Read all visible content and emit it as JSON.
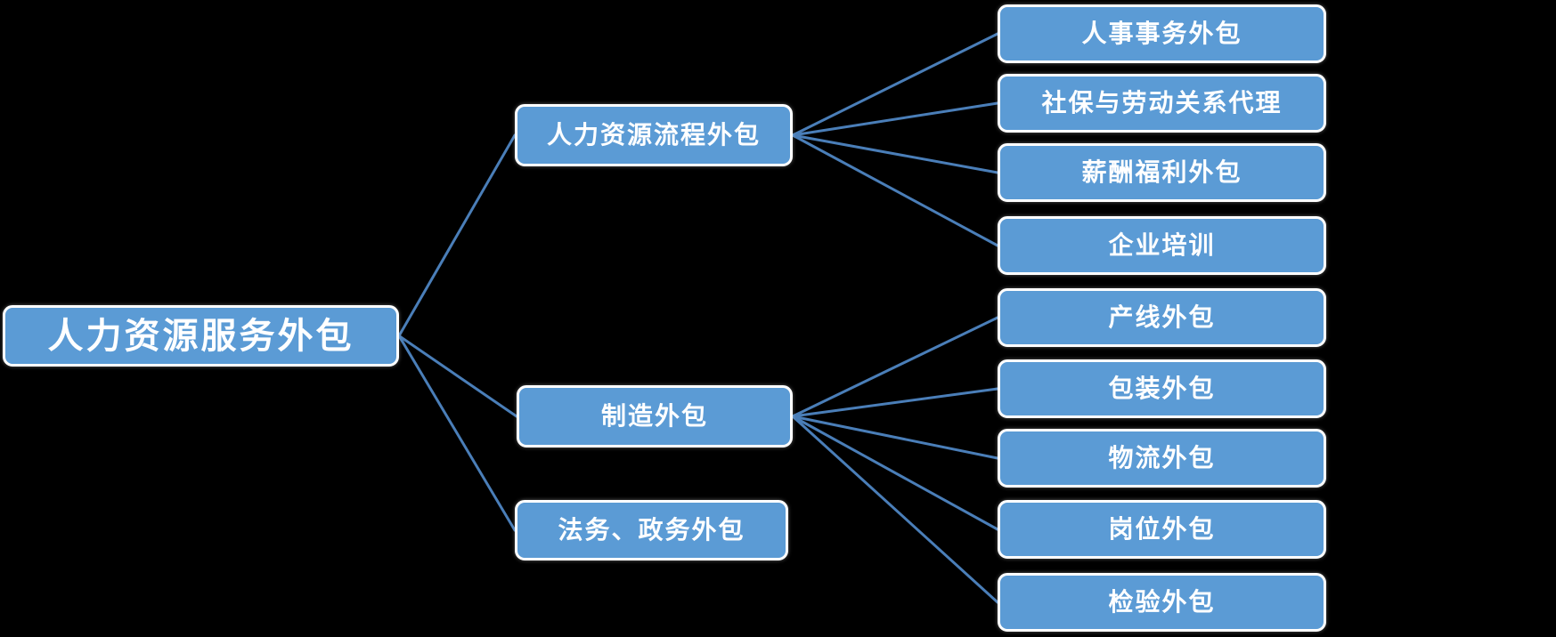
{
  "diagram": {
    "root": {
      "id": "hr-service-outsourcing",
      "label": "人力资源服务外包"
    },
    "branches": [
      {
        "id": "hr-process-outsourcing",
        "label": "人力资源流程外包",
        "leaves": [
          {
            "id": "personnel-affairs-outsourcing",
            "label": "人事事务外包"
          },
          {
            "id": "social-security-labor-relations-agency",
            "label": "社保与劳动关系代理"
          },
          {
            "id": "compensation-benefits-outsourcing",
            "label": "薪酬福利外包"
          },
          {
            "id": "corporate-training",
            "label": "企业培训"
          }
        ]
      },
      {
        "id": "manufacturing-outsourcing",
        "label": "制造外包",
        "leaves": [
          {
            "id": "production-line-outsourcing",
            "label": "产线外包"
          },
          {
            "id": "packaging-outsourcing",
            "label": "包装外包"
          },
          {
            "id": "logistics-outsourcing",
            "label": "物流外包"
          },
          {
            "id": "position-outsourcing",
            "label": "岗位外包"
          },
          {
            "id": "inspection-outsourcing",
            "label": "检验外包"
          }
        ]
      },
      {
        "id": "legal-government-outsourcing",
        "label": "法务、政务外包",
        "leaves": []
      }
    ],
    "colors": {
      "background": "#000000",
      "node_fill": "#5B9BD5",
      "node_border": "#FFFFFF",
      "node_text": "#FFFFFF",
      "connector": "#4A7EB8"
    }
  }
}
